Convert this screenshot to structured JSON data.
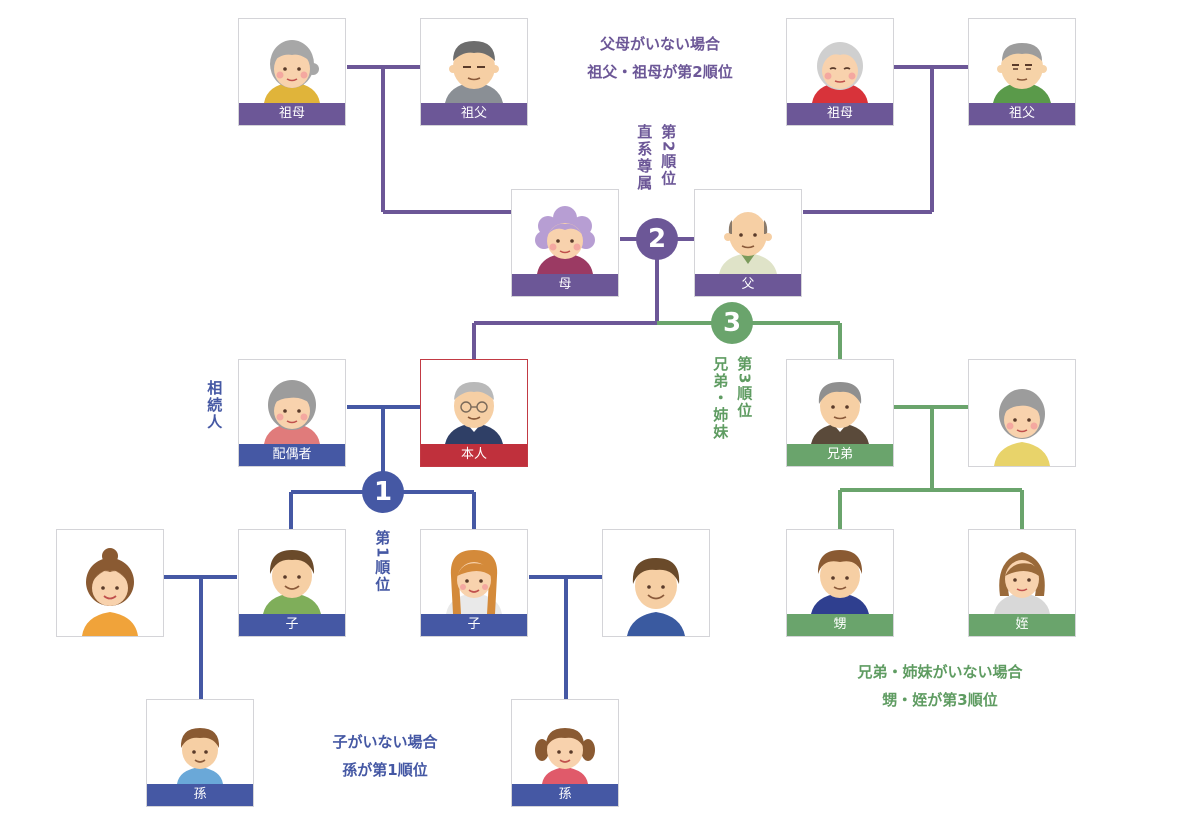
{
  "colors": {
    "purple": "#6c5797",
    "blue": "#4558a4",
    "green": "#6aa46c",
    "red": "#c0303c"
  },
  "people": {
    "maternal_grandmother": {
      "label": "祖母"
    },
    "maternal_grandfather": {
      "label": "祖父"
    },
    "paternal_grandmother": {
      "label": "祖母"
    },
    "paternal_grandfather": {
      "label": "祖父"
    },
    "mother": {
      "label": "母"
    },
    "father": {
      "label": "父"
    },
    "spouse": {
      "label": "配偶者"
    },
    "self": {
      "label": "本人"
    },
    "sibling": {
      "label": "兄弟"
    },
    "sibling_spouse": {
      "label": ""
    },
    "child_1": {
      "label": "子"
    },
    "child_2": {
      "label": "子"
    },
    "child_1_spouse": {
      "label": ""
    },
    "child_2_spouse": {
      "label": ""
    },
    "grandchild_1": {
      "label": "孫"
    },
    "grandchild_2": {
      "label": "孫"
    },
    "nephew": {
      "label": "甥"
    },
    "niece": {
      "label": "姪"
    }
  },
  "rank_badges": {
    "first": "1",
    "second": "2",
    "third": "3"
  },
  "rank_labels": {
    "heirs": "相続人",
    "first": "第1順位",
    "second_a": "直系尊属",
    "second_b": "第2順位",
    "third_a": "第3順位",
    "third_b": "兄弟・姉妹"
  },
  "notes": {
    "grandparents": [
      "父母がいない場合",
      "祖父・祖母が第2順位"
    ],
    "grandchildren": [
      "子がいない場合",
      "孫が第1順位"
    ],
    "nephews": [
      "兄弟・姉妹がいない場合",
      "甥・姪が第3順位"
    ]
  }
}
